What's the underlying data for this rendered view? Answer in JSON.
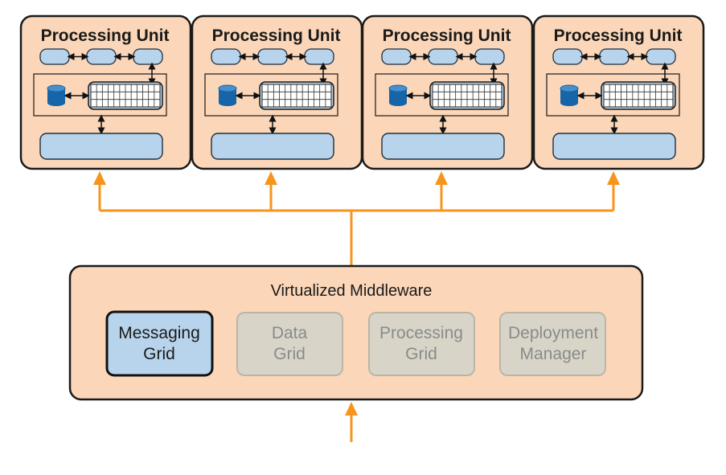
{
  "processing_units": [
    {
      "title": "Processing Unit"
    },
    {
      "title": "Processing Unit"
    },
    {
      "title": "Processing Unit"
    },
    {
      "title": "Processing Unit"
    }
  ],
  "middleware": {
    "title": "Virtualized Middleware",
    "components": [
      {
        "line1": "Messaging",
        "line2": "Grid",
        "active": true
      },
      {
        "line1": "Data",
        "line2": "Grid",
        "active": false
      },
      {
        "line1": "Processing",
        "line2": "Grid",
        "active": false
      },
      {
        "line1": "Deployment",
        "line2": "Manager",
        "active": false
      }
    ]
  },
  "colors": {
    "unit_fill": "#fbd6b8",
    "box_blue": "#b8d4ec",
    "box_blue_dark": "#1565a8",
    "connector_orange": "#f7941d",
    "inactive_fill": "#d8d5c8",
    "inactive_stroke": "#b9b6a8"
  }
}
